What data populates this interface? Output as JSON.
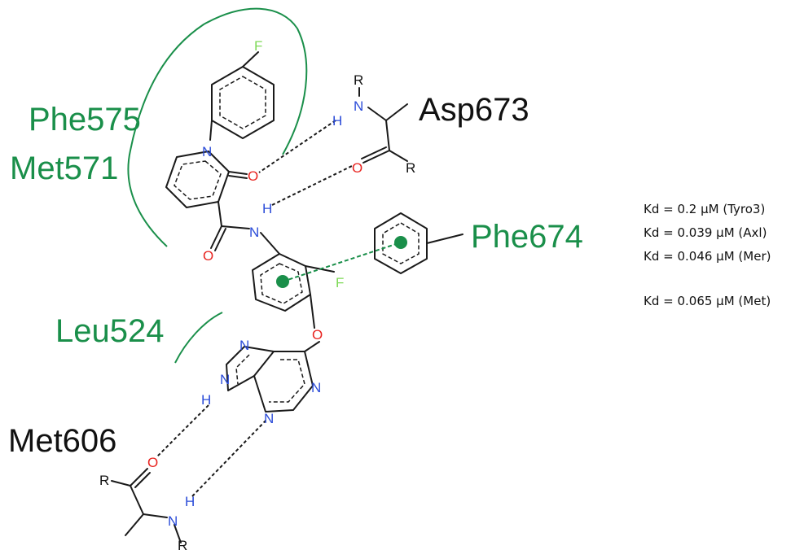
{
  "residues": {
    "phe575": "Phe575",
    "met571": "Met571",
    "asp673": "Asp673",
    "phe674": "Phe674",
    "leu524": "Leu524",
    "met606": "Met606"
  },
  "atoms": {
    "fluorine": "F",
    "nitrogen": "N",
    "oxygen": "O",
    "hydrogen": "H",
    "r_group": "R"
  },
  "affinities": [
    "Kd = 0.2 µM (Tyro3)",
    "Kd = 0.039 µM (Axl)",
    "Kd = 0.046 µM (Mer)",
    "Kd = 0.065 µM (Met)"
  ],
  "colors": {
    "interaction_green": "#1a8f4a",
    "fluorine": "#7ed957",
    "nitrogen": "#2b4cd8",
    "oxygen": "#e8231f"
  }
}
